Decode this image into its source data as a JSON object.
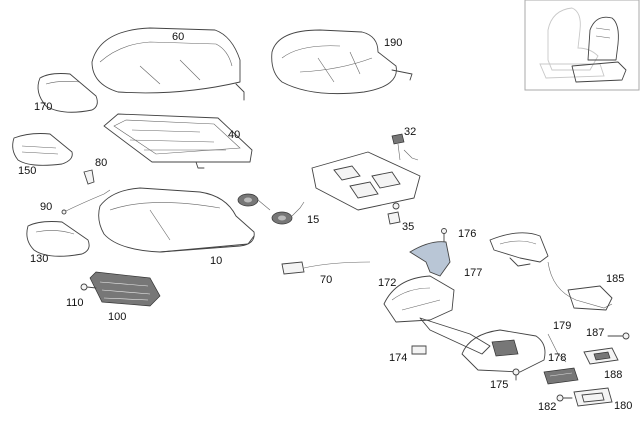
{
  "parts": {
    "p60": "60",
    "p190": "190",
    "p170": "170",
    "p40": "40",
    "p32": "32",
    "p80": "80",
    "p150": "150",
    "p90": "90",
    "p15": "15",
    "p35": "35",
    "p176": "176",
    "p10": "10",
    "p130": "130",
    "p70": "70",
    "p177": "177",
    "p172": "172",
    "p185": "185",
    "p110": "110",
    "p100": "100",
    "p179": "179",
    "p187": "187",
    "p174": "174",
    "p178": "178",
    "p188": "188",
    "p175": "175",
    "p182": "182",
    "p180": "180"
  },
  "colors": {
    "line": "#444444",
    "highlight_part": "#b9c6d6",
    "background": "#ffffff"
  }
}
